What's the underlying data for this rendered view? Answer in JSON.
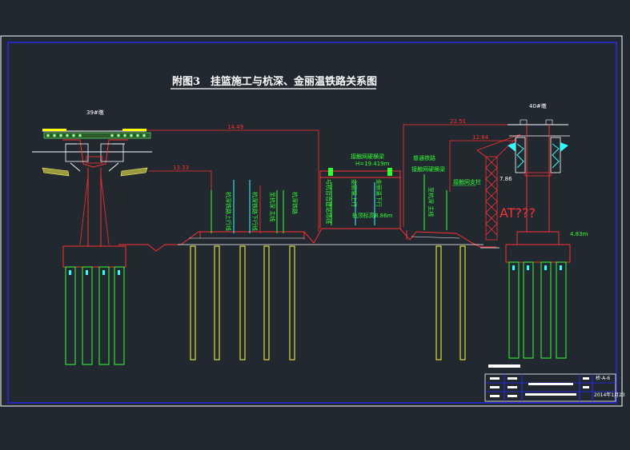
{
  "drawing": {
    "title": "附图3　挂篮施工与杭深、金丽温铁路关系图",
    "left_pier": "39#墩",
    "right_pier": "40#墩",
    "dim_top_left": "14.49",
    "dim_left_lower": "13.33",
    "dim_top_right": "22.51",
    "dim_right_lower": "12.84",
    "dim_right_small": "7.86",
    "left_lines": [
      "杭深铁路上行线",
      "杭深铁路下行线",
      "至杭深 主线",
      "杭深铁路"
    ],
    "gantry_label": "接触网硬横梁",
    "gantry_height": "H=19.419m",
    "mid_lines": [
      "与杭台合建站场线",
      "金丽温上行",
      "金丽温下行"
    ],
    "rail_height": "轨顶标高8.86m",
    "right_top_label": "普通铁路",
    "right_gantry_label": "接触网硬横梁",
    "right_line": "至杭深 主线",
    "right_pole": "接触网支柱",
    "at_mark": "AT???",
    "elev_mark": "4.83m",
    "table": {
      "drawing_no": "桥-A-6",
      "date": "2014年1月23"
    }
  }
}
